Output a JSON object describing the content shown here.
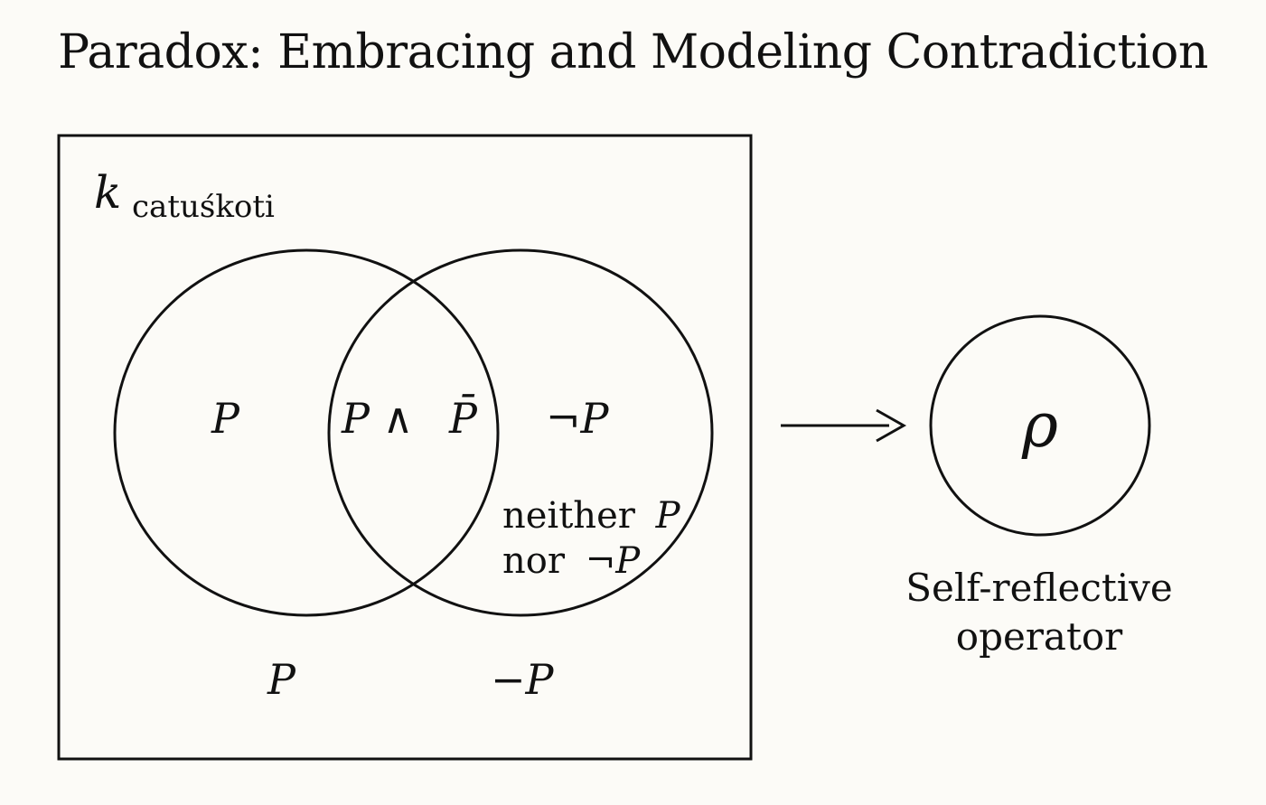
{
  "title": "Paradox: Embracing and Modeling Contradiction",
  "box": {
    "label_symbol": "k",
    "label_subscript": "catuśkoti"
  },
  "regions": {
    "left_circle": "P",
    "intersection_a": "P ∧",
    "intersection_b": "P̄",
    "right_circle": "¬P",
    "neither_line1_text": "neither",
    "neither_line1_math": "P",
    "neither_line2_text": "nor",
    "neither_line2_math": "¬P",
    "outside_left": "P",
    "outside_right": "−P"
  },
  "operator": {
    "symbol": "ρ",
    "caption_line1": "Self-reflective",
    "caption_line2": "operator"
  },
  "colors": {
    "background": "#fcfbf7",
    "ink": "#111111"
  }
}
